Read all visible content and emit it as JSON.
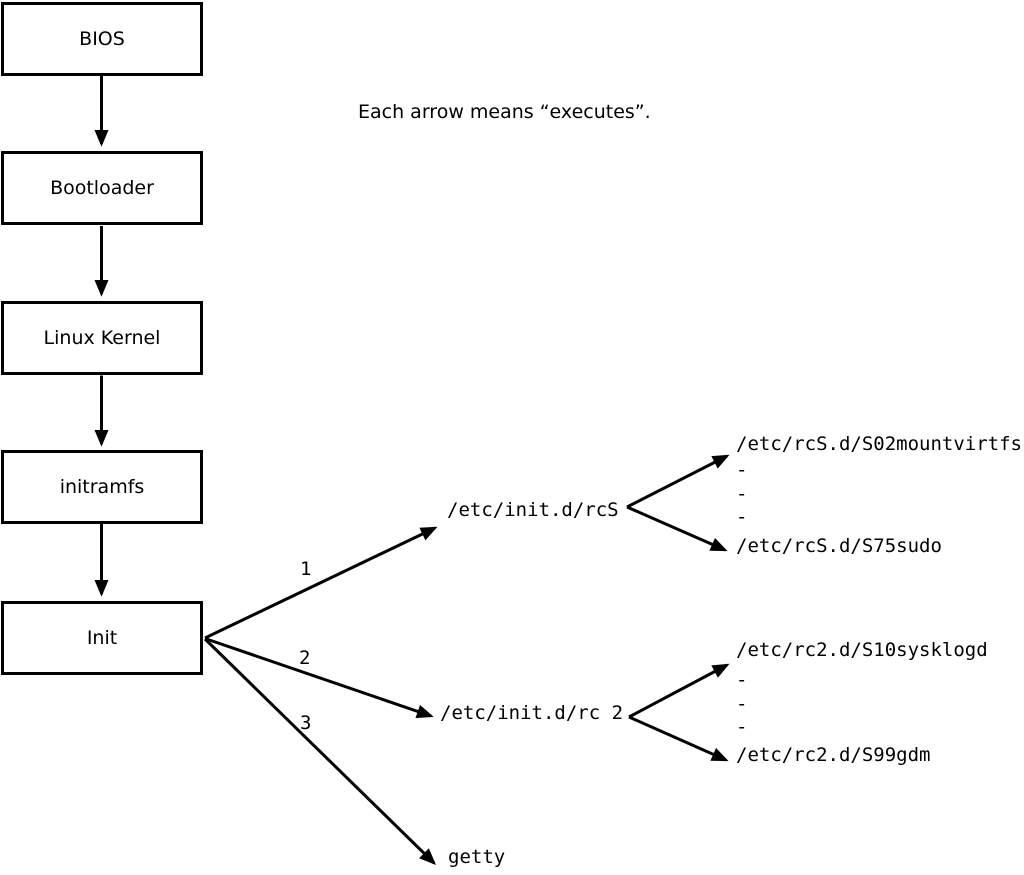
{
  "caption": "Each arrow means “executes”.",
  "flow": {
    "nodes": [
      {
        "label": "BIOS"
      },
      {
        "label": "Bootloader"
      },
      {
        "label": "Linux Kernel"
      },
      {
        "label": "initramfs"
      },
      {
        "label": "Init"
      }
    ]
  },
  "branches": [
    {
      "order": "1",
      "target": "/etc/init.d/rcS",
      "children": {
        "first": "/etc/rcS.d/S02mountvirtfs",
        "last": "/etc/rcS.d/S75sudo"
      },
      "ellipsis": [
        "-",
        "-",
        "-"
      ]
    },
    {
      "order": "2",
      "target": "/etc/init.d/rc 2",
      "children": {
        "first": "/etc/rc2.d/S10sysklogd",
        "last": "/etc/rc2.d/S99gdm"
      },
      "ellipsis": [
        "-",
        "-",
        "-"
      ]
    },
    {
      "order": "3",
      "target": "getty"
    }
  ],
  "colors": {
    "ink": "#000000",
    "background": "#ffffff"
  }
}
